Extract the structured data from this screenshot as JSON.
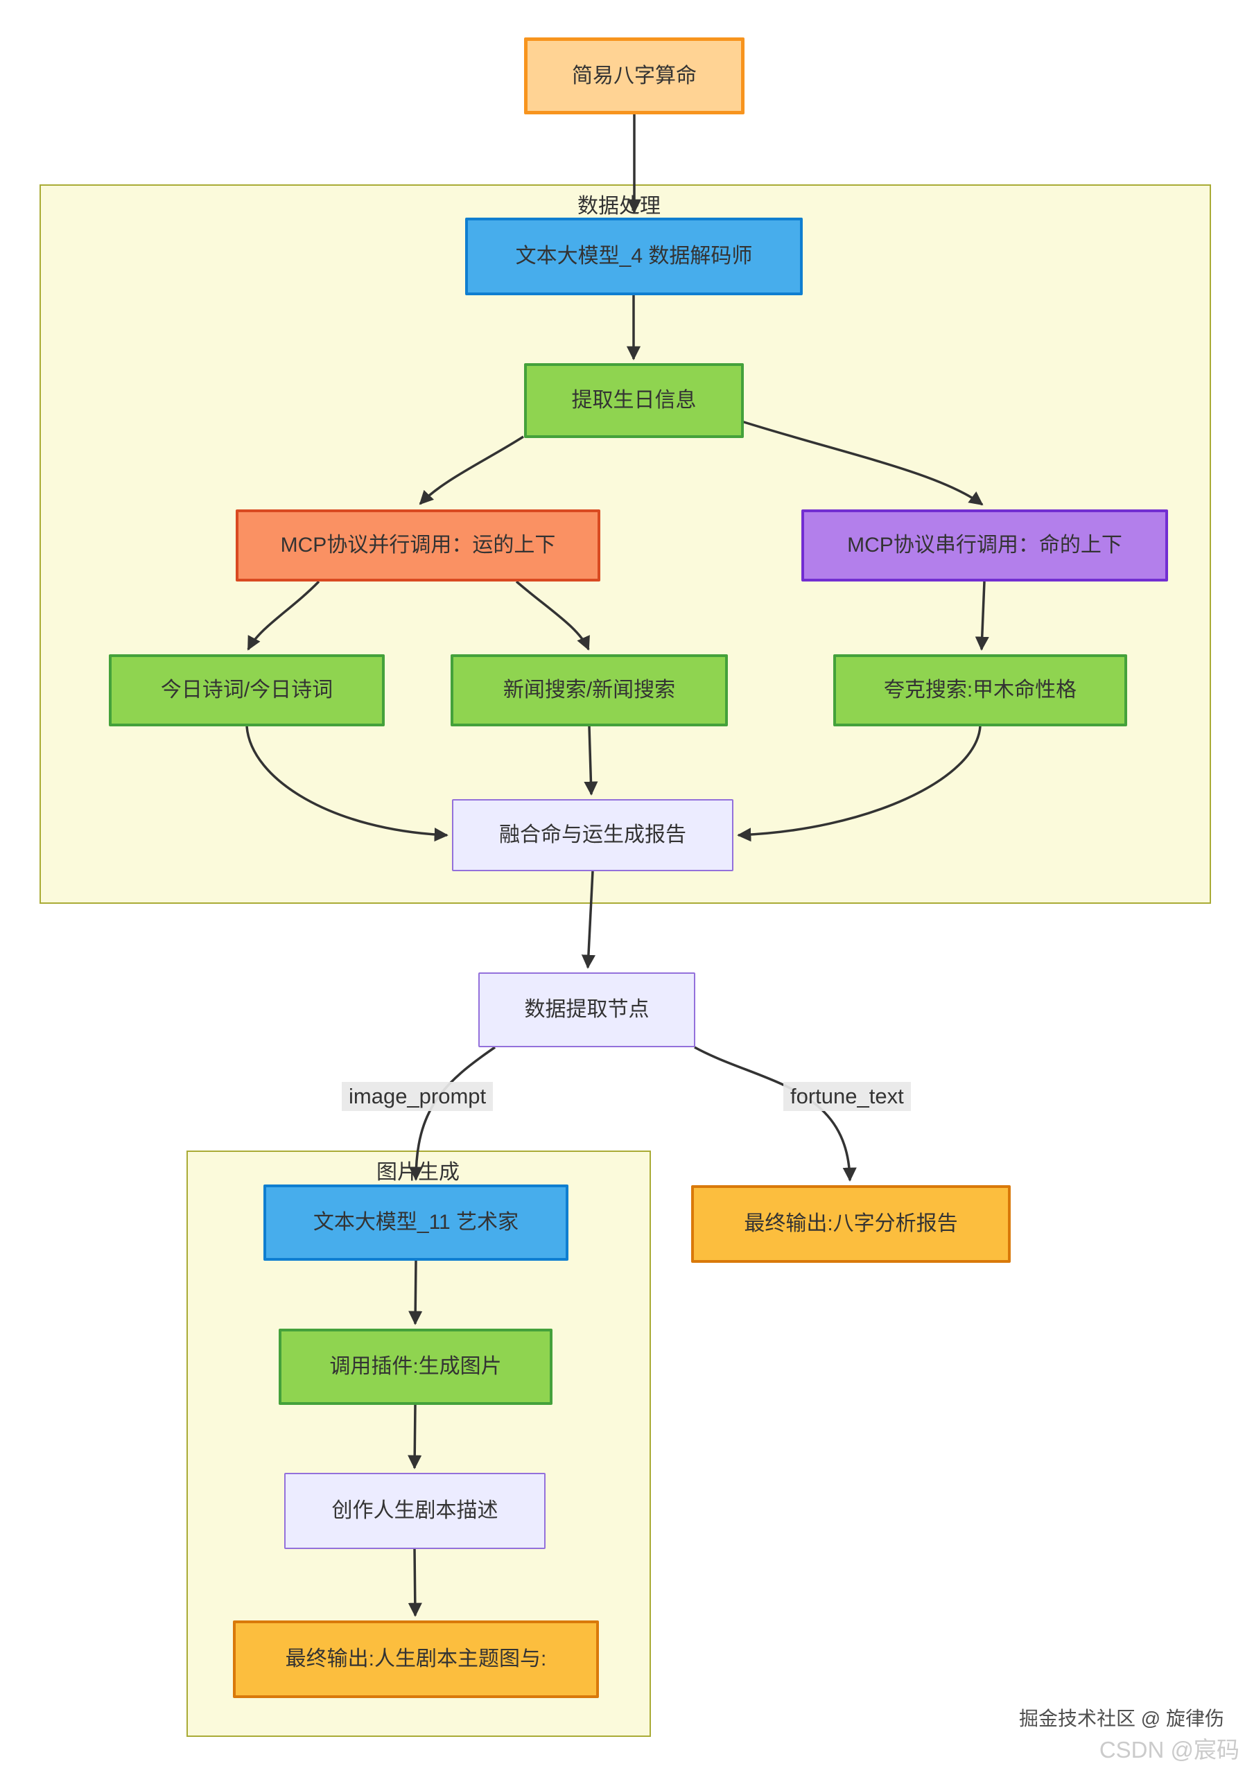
{
  "diagram": {
    "subgraphs": [
      {
        "id": "sg1",
        "label": "数据处理"
      },
      {
        "id": "sg2",
        "label": "图片生成"
      }
    ],
    "nodes": {
      "start": {
        "label": "简易八字算命"
      },
      "decoder": {
        "label": "文本大模型_4 数据解码师"
      },
      "birth": {
        "label": "提取生日信息"
      },
      "mcp_parallel": {
        "label": "MCP协议并行调用：运的上下"
      },
      "mcp_serial": {
        "label": "MCP协议串行调用：命的上下"
      },
      "poem": {
        "label": "今日诗词/今日诗词"
      },
      "news": {
        "label": "新闻搜索/新闻搜索"
      },
      "quark": {
        "label": "夸克搜索:甲木命性格"
      },
      "fuse": {
        "label": "融合命与运生成报告"
      },
      "extract": {
        "label": "数据提取节点"
      },
      "artist": {
        "label": "文本大模型_11 艺术家"
      },
      "plugin": {
        "label": "调用插件:生成图片"
      },
      "script": {
        "label": "创作人生剧本描述"
      },
      "final_image": {
        "label": "最终输出:人生剧本主题图与:"
      },
      "final_text": {
        "label": "最终输出:八字分析报告"
      }
    },
    "edge_labels": {
      "image_prompt": "image_prompt",
      "fortune_text": "fortune_text"
    },
    "watermarks": {
      "juejin": "掘金技术社区 @ 旋律伤",
      "csdn": "CSDN @宸码"
    },
    "palette": {
      "canvas_bg": "#ffffff",
      "subgraph_bg": "#fbfadb",
      "subgraph_border": "#a9ab35",
      "edge": "#333333",
      "node_text": "#333333",
      "start_fill": "#ffd394",
      "start_border": "#f7941e",
      "blue_fill": "#47adec",
      "blue_border": "#0f7ed0",
      "green_fill": "#8fd450",
      "green_border": "#44a13b",
      "salmon_fill": "#fa9163",
      "salmon_border": "#d94a21",
      "purple_fill": "#b37feb",
      "purple_border": "#722ed1",
      "lavender_fill": "#ececff",
      "lavender_border": "#9370db",
      "amber_fill": "#fcbe3e",
      "amber_border": "#d9790a",
      "edge_label_bg": "#e8e8e8"
    }
  }
}
